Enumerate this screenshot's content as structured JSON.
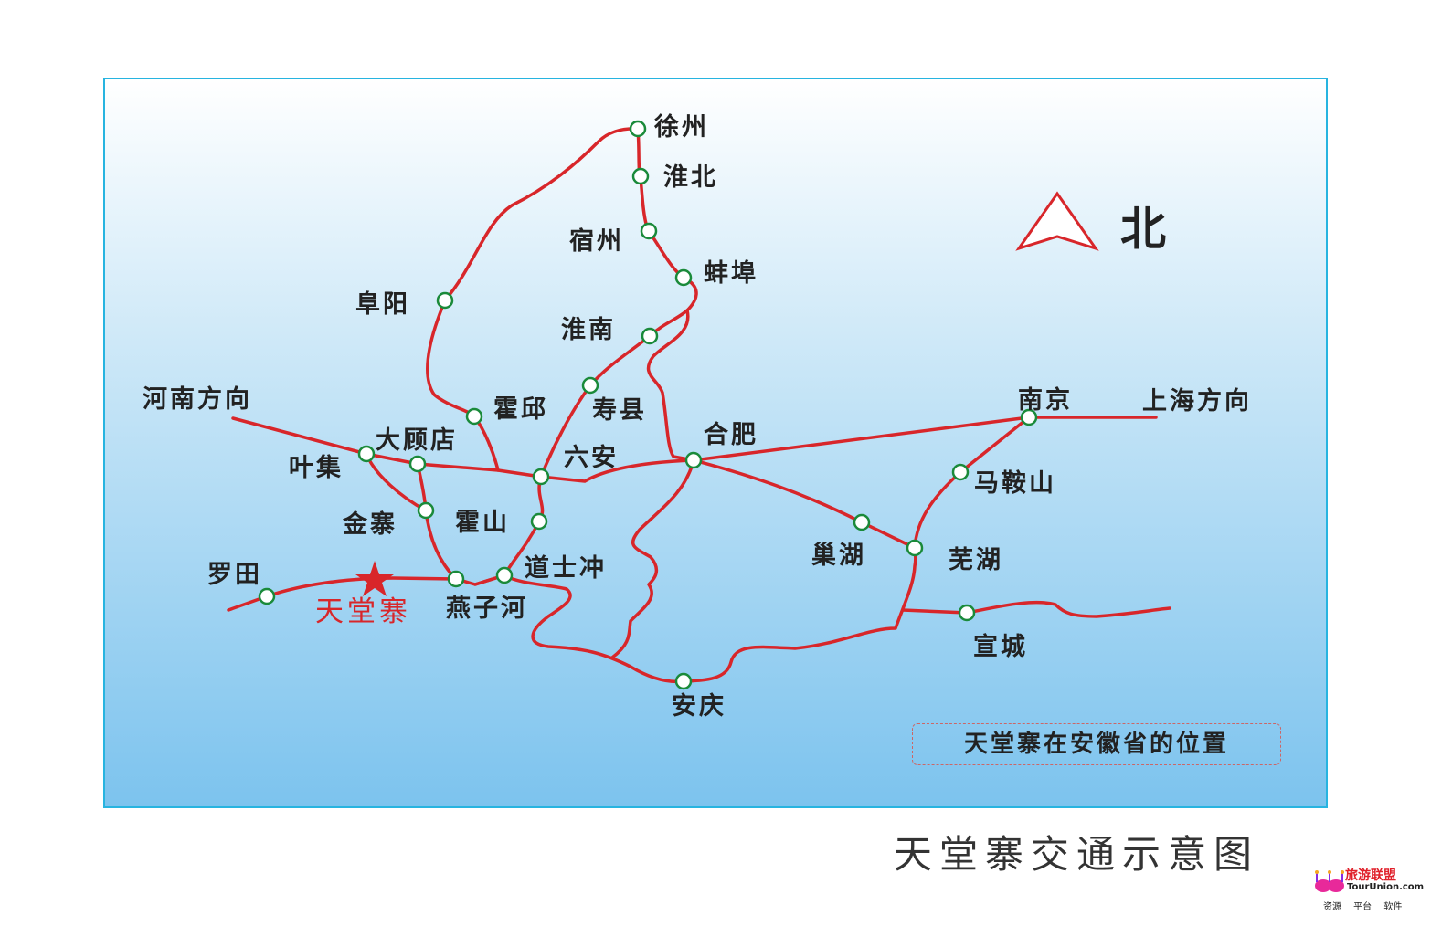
{
  "title": "天堂寨交通示意图",
  "legend": "天堂寨在安徽省的位置",
  "north_label": "北",
  "highlight": {
    "name": "天堂寨",
    "color": "#d8262a",
    "icon": "star-icon"
  },
  "directions": {
    "west": "河南方向",
    "east": "上海方向"
  },
  "stations": [
    "徐州",
    "淮北",
    "宿州",
    "蚌埠",
    "阜阳",
    "淮南",
    "寿县",
    "霍邱",
    "大顾店",
    "叶集",
    "六安",
    "合肥",
    "金寨",
    "霍山",
    "道士冲",
    "燕子河",
    "罗田",
    "南京",
    "马鞍山",
    "巢湖",
    "芜湖",
    "宣城",
    "安庆"
  ],
  "colors": {
    "road": "#d8262a",
    "station_ring": "#1a8a3a",
    "frame": "#27b4e0",
    "sky_top": "#ffffff",
    "sky_bottom": "#7cc3ee"
  },
  "logo": {
    "name": "旅游联盟",
    "site": "TourUnion.com",
    "tagline": "资源 平台 软件"
  }
}
